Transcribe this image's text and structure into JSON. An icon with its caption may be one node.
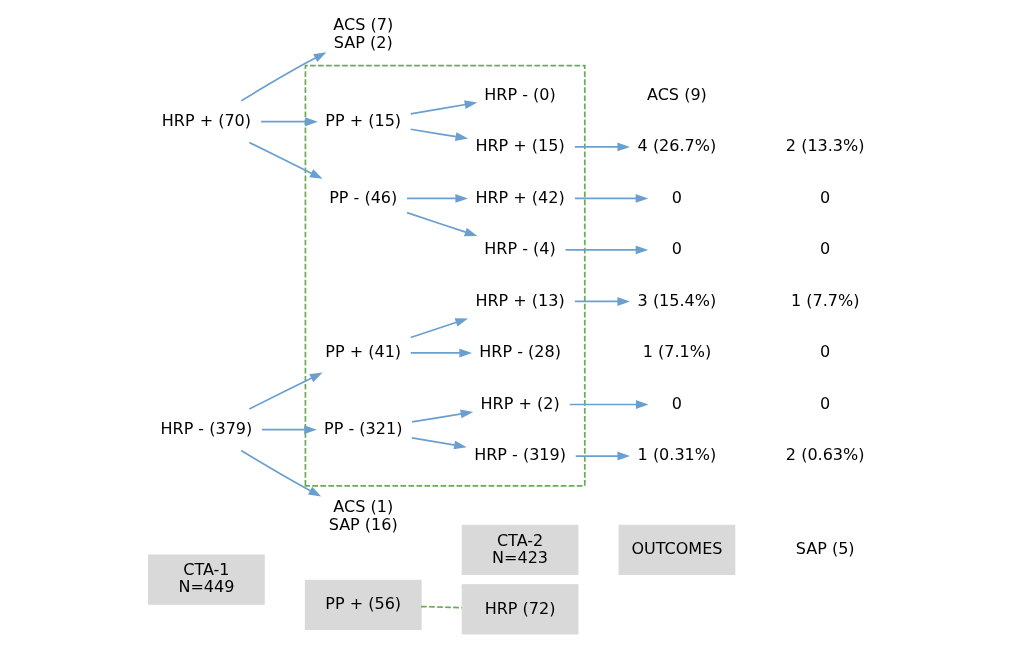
{
  "diagram": {
    "nodes": [
      {
        "text": [
          "CTA-1",
          "N=449"
        ]
      },
      {
        "text": [
          "CTA-2",
          "N=423"
        ]
      },
      {
        "text": [
          "OUTCOMES"
        ]
      },
      {
        "text": [
          "HRP + (70)"
        ]
      },
      {
        "text": [
          "ACS (7)",
          "SAP (2)"
        ]
      },
      {
        "text": [
          "HRP - (379)"
        ]
      },
      {
        "text": [
          "ACS (1)",
          "SAP (16)"
        ]
      },
      {
        "text": [],
        "shape": "box"
      },
      {
        "text": [
          "PP + (15)"
        ],
        "in": 7
      },
      {
        "text": [
          "PP - (46)"
        ],
        "in": 7
      },
      {
        "text": [
          "PP + (41)"
        ],
        "in": 7
      },
      {
        "text": [
          "PP - (321)"
        ],
        "in": 7
      },
      {
        "text": [
          "HRP + (15)"
        ],
        "in": 7
      },
      {
        "text": [
          "HRP - (0)"
        ],
        "in": 7
      },
      {
        "text": [
          "HRP + (42)"
        ],
        "in": 7
      },
      {
        "text": [
          "HRP - (4)"
        ],
        "in": 7
      },
      {
        "text": [
          "HRP + (13)"
        ],
        "in": 7
      },
      {
        "text": [
          "HRP - (28)"
        ],
        "in": 7
      },
      {
        "text": [
          "HRP + (2)"
        ],
        "in": 7
      },
      {
        "text": [
          "HRP - (319)"
        ],
        "in": 7
      },
      {
        "text": [
          "PP + (56)"
        ]
      },
      {
        "text": [
          "HRP (72)"
        ]
      },
      {
        "text": [
          "4 (26.7%)"
        ]
      },
      {
        "text": [
          "0"
        ]
      },
      {
        "text": [
          "0"
        ]
      },
      {
        "text": [
          "3 (15.4%)"
        ]
      },
      {
        "text": [
          "0"
        ]
      },
      {
        "text": [
          "1 (0.31%)"
        ]
      }
    ],
    "edges": [
      {
        "from": 3,
        "to": 8,
        "arrow": "to"
      },
      {
        "from": 3,
        "to": 9,
        "arrow": "to"
      },
      {
        "from": 3,
        "to": 4,
        "arrow": "to"
      },
      {
        "from": 5,
        "to": 10,
        "arrow": "to"
      },
      {
        "from": 5,
        "to": 11,
        "arrow": "to"
      },
      {
        "from": 5,
        "to": 6,
        "arrow": "to"
      },
      {
        "from": 8,
        "to": 12,
        "arrow": "to"
      },
      {
        "from": 8,
        "to": 13,
        "arrow": "to"
      },
      {
        "from": 9,
        "to": 14,
        "arrow": "to"
      },
      {
        "from": 9,
        "to": 15,
        "arrow": "to"
      },
      {
        "from": 10,
        "to": 16,
        "arrow": "to"
      },
      {
        "from": 10,
        "to": 17,
        "arrow": "to"
      },
      {
        "from": 11,
        "to": 18,
        "arrow": "to"
      },
      {
        "from": 11,
        "to": 19,
        "arrow": "to"
      },
      {
        "from": 12,
        "to": 22,
        "arrow": "to"
      },
      {
        "from": 14,
        "to": 23,
        "arrow": "to"
      },
      {
        "from": 15,
        "to": 24,
        "arrow": "to"
      },
      {
        "from": 16,
        "to": 25,
        "arrow": "to"
      },
      {
        "from": 18,
        "to": 26,
        "arrow": "to"
      },
      {
        "from": 19,
        "to": 27,
        "arrow": "to"
      },
      {
        "from": 20,
        "to": 21,
        "arrow": "none",
        "style": "dashed",
        "color": "#6aaa5a"
      }
    ],
    "labels": [
      "ACS (9)",
      "SAP (5)",
      "2 (13.3%)",
      "0",
      "0",
      "1 (7.7%)",
      "1 (7.1%)",
      "0",
      "0",
      "2 (0.63%)"
    ]
  }
}
